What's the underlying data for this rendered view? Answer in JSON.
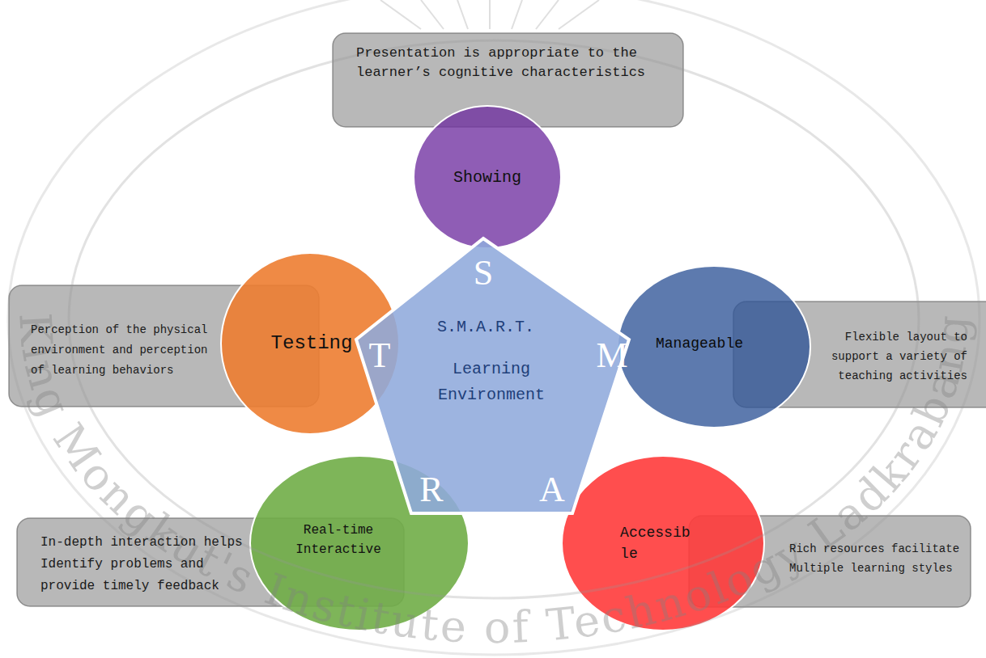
{
  "diagram": {
    "nodes": [
      {
        "text": [
          "Presentation is appropriate to the learner’s cognitive characteristics"
        ]
      },
      {
        "text": [
          "Showing"
        ]
      },
      {
        "text": [
          "Perception of the physical environment and perception of learning behaviors"
        ]
      },
      {
        "text": [
          "Testing"
        ]
      },
      {
        "text": [
          "S",
          "M",
          "A",
          "R",
          "T",
          "S.M.A.R.T.",
          "Learning Environment"
        ]
      },
      {
        "text": [
          "Manageable"
        ]
      },
      {
        "text": [
          "Flexible layout to support a variety of teaching activities"
        ]
      },
      {
        "text": [
          "In-depth interaction helps Identify problems and provide timely feedback"
        ]
      },
      {
        "text": [
          "Real-time Interactive"
        ]
      },
      {
        "text": [
          "Accessible"
        ]
      },
      {
        "text": [
          "Rich resources facilitate Multiple learning styles"
        ]
      }
    ],
    "labels": [
      "King Mongkut's Institute of Technology Ladkrabang"
    ]
  }
}
